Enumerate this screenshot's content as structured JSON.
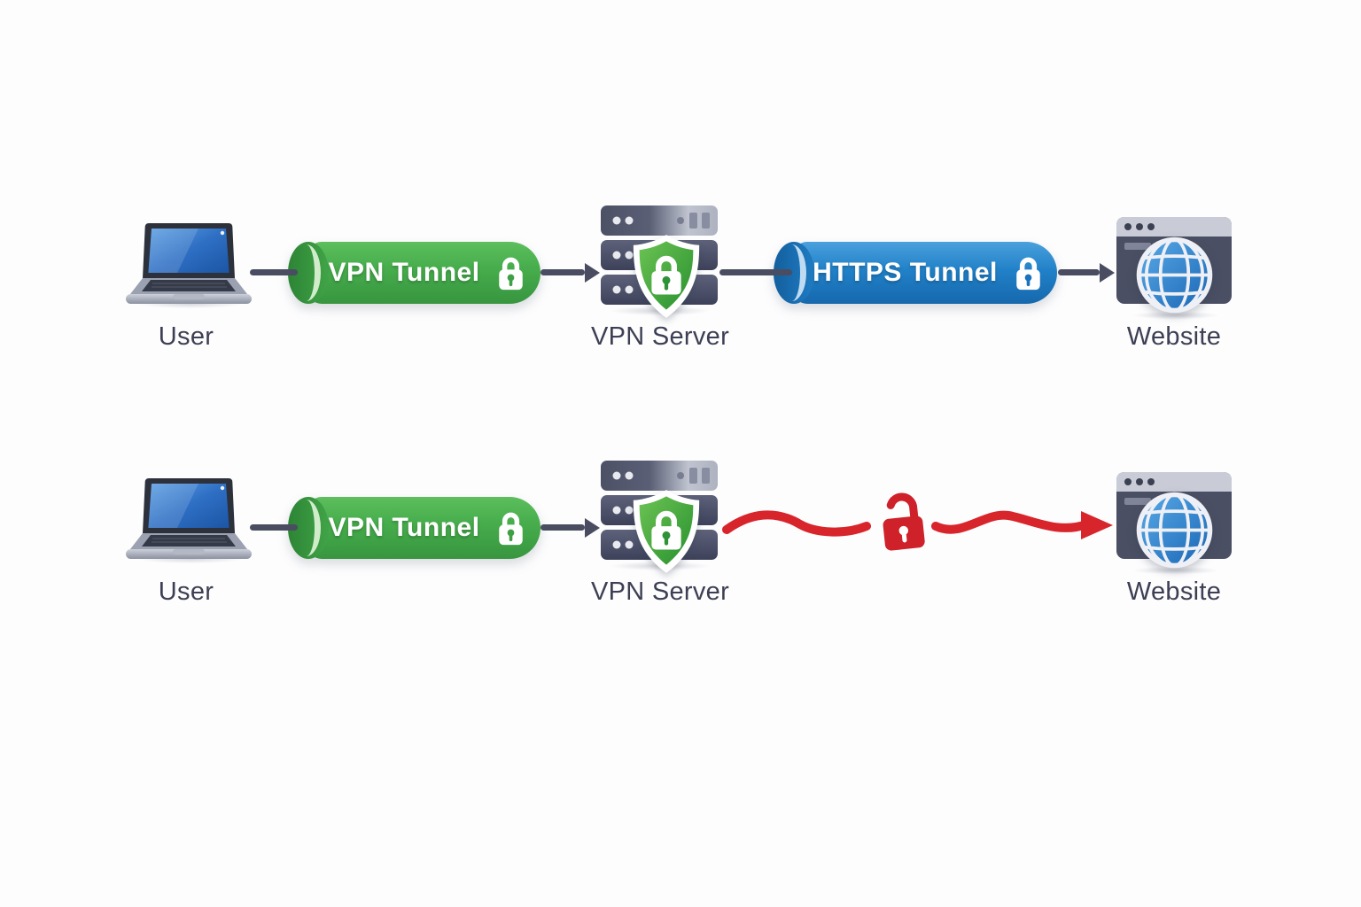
{
  "diagram": {
    "description_colors": {
      "background": "#fdfdfe",
      "vpn_tunnel_green": "#43a74a",
      "https_tunnel_blue": "#1f7cc4",
      "unencrypted_red": "#d7252b",
      "connector_dark": "#4a4d61",
      "label_text": "#3d3f54"
    },
    "icons": [
      "laptop-icon",
      "closed-padlock-icon",
      "server-stack-icon",
      "shield-lock-icon",
      "browser-globe-icon",
      "open-padlock-icon",
      "arrow-connector",
      "wavy-arrow-icon"
    ]
  },
  "rows": [
    {
      "id": "secure-flow",
      "user_label": "User",
      "vpn_tunnel_label": "VPN Tunnel",
      "vpn_server_label": "VPN Server",
      "https_tunnel_label": "HTTPS Tunnel",
      "website_label": "Website"
    },
    {
      "id": "unencrypted-flow",
      "user_label": "User",
      "vpn_tunnel_label": "VPN Tunnel",
      "vpn_server_label": "VPN Server",
      "website_label": "Website"
    }
  ]
}
